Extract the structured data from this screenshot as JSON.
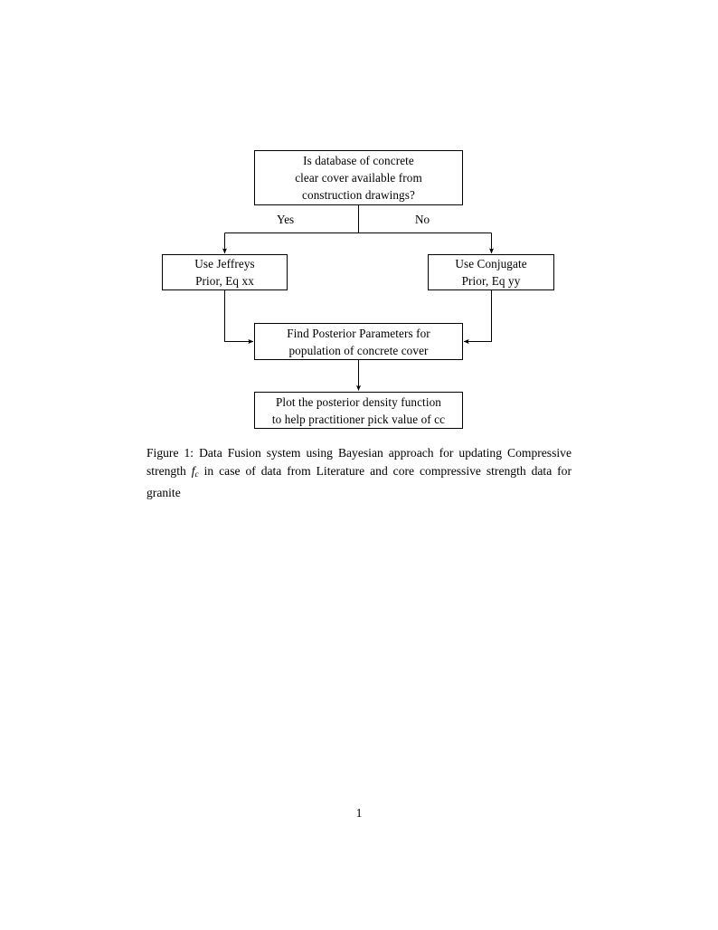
{
  "document": {
    "page_number": "1",
    "background_color": "#ffffff",
    "text_color": "#000000"
  },
  "figure": {
    "nodes": {
      "decision": {
        "lines": [
          "Is database of concrete",
          "clear cover available from",
          "construction drawings?"
        ]
      },
      "jeffreys": {
        "lines": [
          "Use Jeffreys",
          "Prior, Eq xx"
        ]
      },
      "conjugate": {
        "lines": [
          "Use Conjugate",
          "Prior, Eq yy"
        ]
      },
      "posterior": {
        "lines": [
          "Find Posterior Parameters for",
          "population of concrete cover"
        ]
      },
      "plot": {
        "lines": [
          "Plot the posterior density function",
          "to help practitioner pick value of cc"
        ]
      }
    },
    "edge_labels": {
      "yes": "Yes",
      "no": "No"
    }
  },
  "caption": {
    "prefix": "Figure 1:",
    "part1": "Data Fusion system using Bayesian approach for updating Compressive strength",
    "symbol": "f",
    "symbol_subscript": "c",
    "part2": "in case of data from Literature and core compressive strength data for granite"
  }
}
